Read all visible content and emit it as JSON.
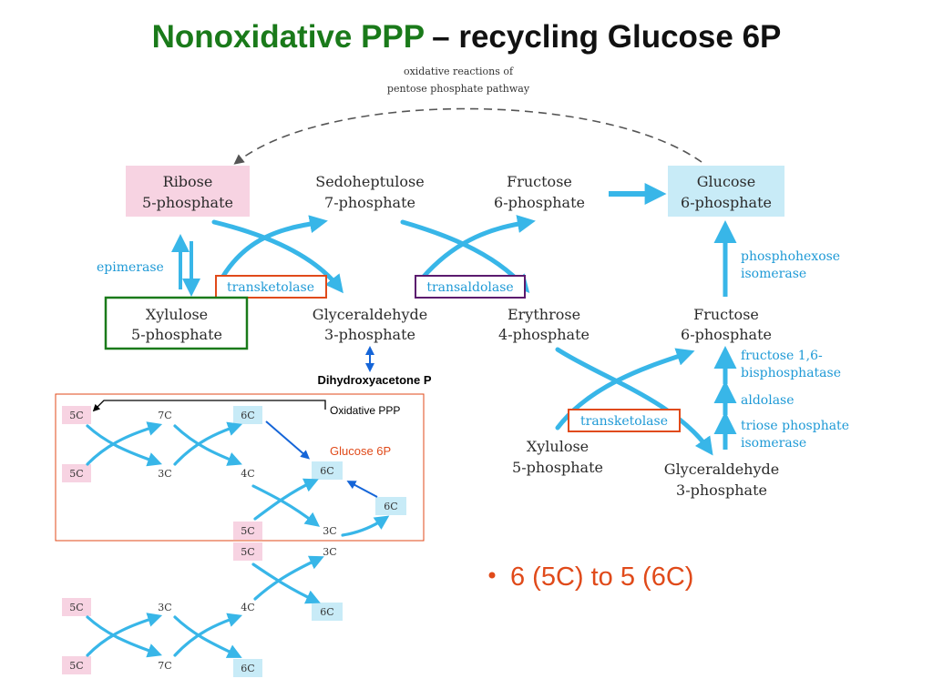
{
  "slide": {
    "title_part1": "Nonoxidative PPP",
    "title_part2": "– recycling Glucose 6P",
    "bullet": "6 (5C) to 5 (6C)"
  },
  "pathway": {
    "oxidative_note_line1": "oxidative reactions of",
    "oxidative_note_line2": "pentose phosphate pathway",
    "ribose5p": [
      "Ribose",
      "5-phosphate"
    ],
    "sedoheptulose7p": [
      "Sedoheptulose",
      "7-phosphate"
    ],
    "fructose6p_top": [
      "Fructose",
      "6-phosphate"
    ],
    "glucose6p": [
      "Glucose",
      "6-phosphate"
    ],
    "xylulose5p": [
      "Xylulose",
      "5-phosphate"
    ],
    "glyceraldehyde3p": [
      "Glyceraldehyde",
      "3-phosphate"
    ],
    "erythrose4p": [
      "Erythrose",
      "4-phosphate"
    ],
    "fructose6p_right": [
      "Fructose",
      "6-phosphate"
    ],
    "xylulose5p_lower": [
      "Xylulose",
      "5-phosphate"
    ],
    "glyceraldehyde3p_lower": [
      "Glyceraldehyde",
      "3-phosphate"
    ],
    "dihydroxyacetone": "Dihydroxyacetone P",
    "enzymes": {
      "epimerase": "epimerase",
      "transketolase_1": "transketolase",
      "transaldolase": "transaldolase",
      "transketolase_2": "transketolase",
      "phosphohexose": [
        "phosphohexose",
        "isomerase"
      ],
      "fbpase": [
        "fructose 1,6-",
        "bisphosphatase"
      ],
      "aldolase": "aldolase",
      "tpi": [
        "triose phosphate",
        "isomerase"
      ]
    }
  },
  "carbon_scheme": {
    "oxidative_label": "Oxidative PPP",
    "glucose_label": "Glucose 6P",
    "nodes": [
      "5C",
      "7C",
      "6C",
      "5C",
      "3C",
      "4C",
      "6C",
      "6C",
      "5C",
      "3C",
      "5C",
      "3C",
      "6C",
      "5C",
      "3C",
      "4C",
      "5C",
      "7C",
      "6C"
    ]
  },
  "colors": {
    "title_green": "#1a7a1a",
    "arrow_blue": "#38b6e8",
    "pink_box": "#f7d3e2",
    "light_blue_box": "#c8ebf7",
    "enzyme_blue": "#1f9ad6",
    "green_outline": "#1a7a1a",
    "orange_outline": "#e04a1a",
    "purple_outline": "#5b1a6e",
    "red_text": "#e04a1a"
  }
}
